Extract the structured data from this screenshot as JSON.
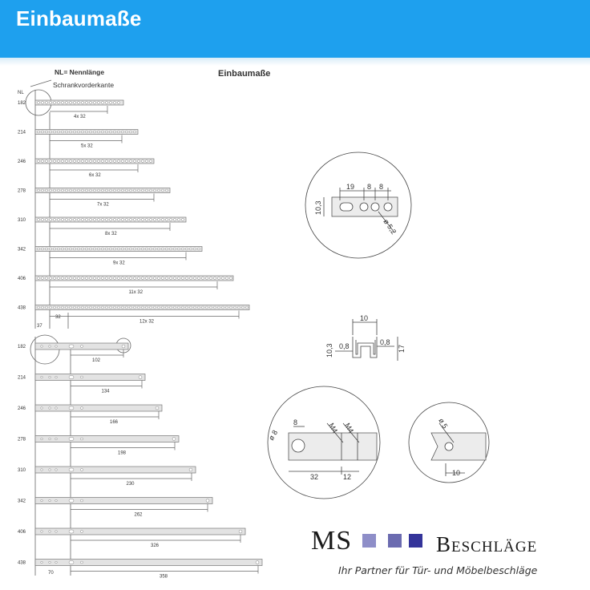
{
  "header": {
    "title": "Einbaumaße"
  },
  "drawing": {
    "title": "Einbaumaße",
    "legend": "NL= Nennlänge",
    "cabinet_front_label": "Schrankvorderkante",
    "nl_label": "NL",
    "top_rails": [
      {
        "nl": "182",
        "label": "4x 32"
      },
      {
        "nl": "214",
        "label": "5x 32"
      },
      {
        "nl": "246",
        "label": "6x 32"
      },
      {
        "nl": "278",
        "label": "7x 32"
      },
      {
        "nl": "310",
        "label": "8x 32"
      },
      {
        "nl": "342",
        "label": "9x 32"
      },
      {
        "nl": "406",
        "label": "11x 32"
      },
      {
        "nl": "438",
        "label": "12x 32"
      }
    ],
    "top_dims": {
      "offset": "37",
      "pitch": "32"
    },
    "bottom_rails": [
      {
        "nl": "182",
        "label": "102"
      },
      {
        "nl": "214",
        "label": "134"
      },
      {
        "nl": "246",
        "label": "166"
      },
      {
        "nl": "278",
        "label": "198"
      },
      {
        "nl": "310",
        "label": "230"
      },
      {
        "nl": "342",
        "label": "262"
      },
      {
        "nl": "406",
        "label": "326"
      },
      {
        "nl": "438",
        "label": "358"
      }
    ],
    "bottom_dims": {
      "offset": "70"
    },
    "detail_holes": {
      "d1": "19",
      "d2": "8",
      "d3": "8",
      "height": "10,3",
      "diameter": "ø 5,2"
    },
    "detail_profile": {
      "width": "10",
      "height1": "10,3",
      "t1": "0,8",
      "t2": "0,8",
      "height2": "17"
    },
    "detail_mounting": {
      "dia": "ø 8",
      "d8": "8",
      "m1": "M4",
      "m2": "M4",
      "l1": "32",
      "l2": "12"
    },
    "detail_end": {
      "dia": "ø 5",
      "len": "10"
    }
  },
  "brand": {
    "name1": "MS",
    "name2": "Beschläge",
    "slogan": "Ihr Partner für Tür- und Möbelbeschläge",
    "square_colors": [
      "#e4e4f0",
      "#8e8ec8",
      "#6b6bb0",
      "#34349a"
    ]
  }
}
